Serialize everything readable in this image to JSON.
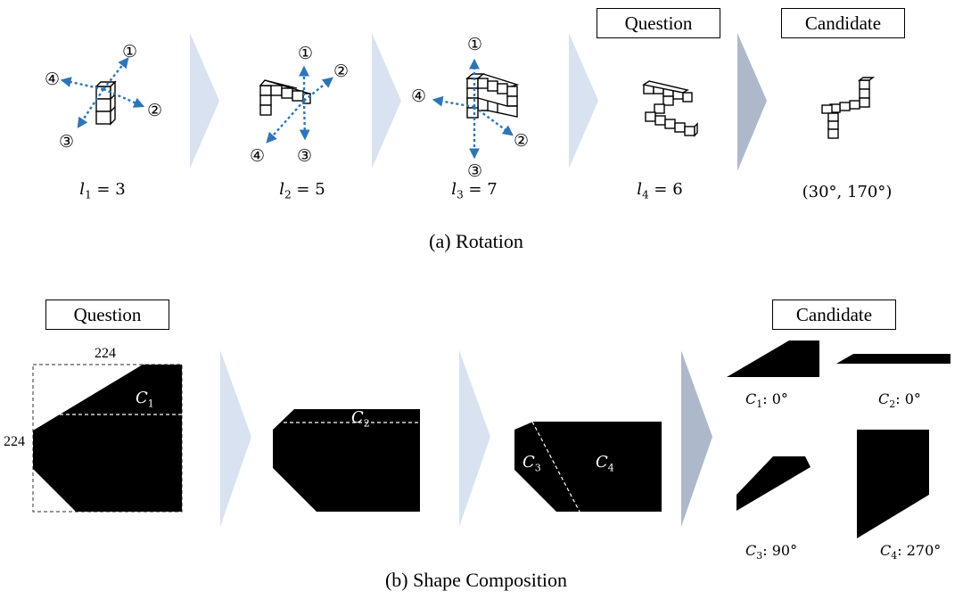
{
  "rotation": {
    "question_label": "Question",
    "candidate_label": "Candidate",
    "steps": [
      {
        "var": "l",
        "sub": "1",
        "eq": " = 3"
      },
      {
        "var": "l",
        "sub": "2",
        "eq": " = 5"
      },
      {
        "var": "l",
        "sub": "3",
        "eq": " = 7"
      },
      {
        "var": "l",
        "sub": "4",
        "eq": " = 6"
      }
    ],
    "candidate_value": "(30°, 170°)",
    "caption": "(a) Rotation",
    "markers": [
      "①",
      "②",
      "③",
      "④"
    ]
  },
  "composition": {
    "question_label": "Question",
    "candidate_label": "Candidate",
    "dim_w": "224",
    "dim_h": "224",
    "caption": "(b) Shape Composition",
    "pieces": [
      {
        "var": "C",
        "sub": "1",
        "angle": ": 0°"
      },
      {
        "var": "C",
        "sub": "2",
        "angle": ": 0°"
      },
      {
        "var": "C",
        "sub": "3",
        "angle": ": 90°"
      },
      {
        "var": "C",
        "sub": "4",
        "angle": ": 270°"
      }
    ]
  },
  "colors": {
    "arrow_light": "#d9e2f1",
    "arrow_dark": "#adb9ca",
    "axis_blue": "#2e75b6",
    "fill": "#000000"
  }
}
